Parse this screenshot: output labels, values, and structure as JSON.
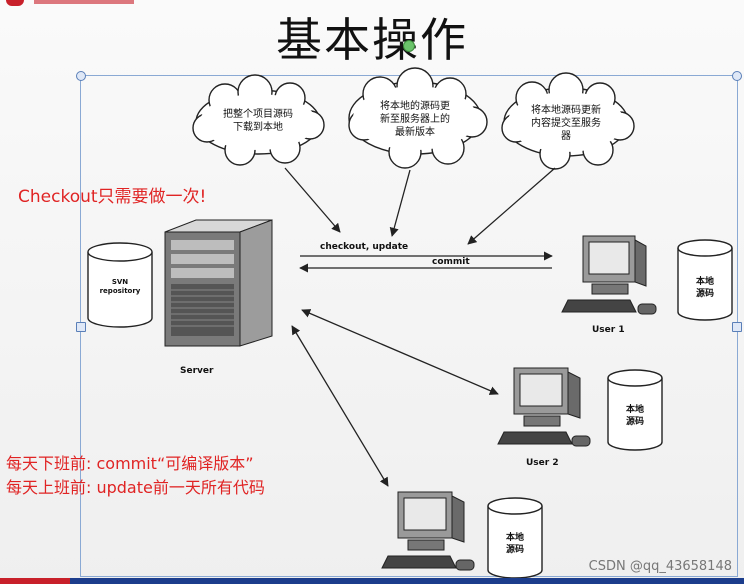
{
  "title": "基本操作",
  "clouds": {
    "left": [
      "把整个项目源码",
      "下载到本地"
    ],
    "middle": [
      "将本地的源码更",
      "新至服务器上的",
      "最新版本"
    ],
    "right": [
      "将本地源码更新",
      "内容提交至服务",
      "器"
    ]
  },
  "arrows": {
    "checkout": "checkout, update",
    "commit": "commit"
  },
  "repository": [
    "SVN",
    "repository"
  ],
  "server_label": "Server",
  "user1_label": "User 1",
  "user2_label": "User 2",
  "local_code": [
    "本地",
    "源码"
  ],
  "notes": {
    "checkout_once": "Checkout只需要做一次!",
    "before_leave": "每天下班前: commit“可编译版本”",
    "before_work": "每天上班前: update前一天所有代码"
  },
  "watermark": "CSDN @qq_43658148",
  "colors": {
    "red_note": "#e02424",
    "selection": "#8aa9d4"
  }
}
